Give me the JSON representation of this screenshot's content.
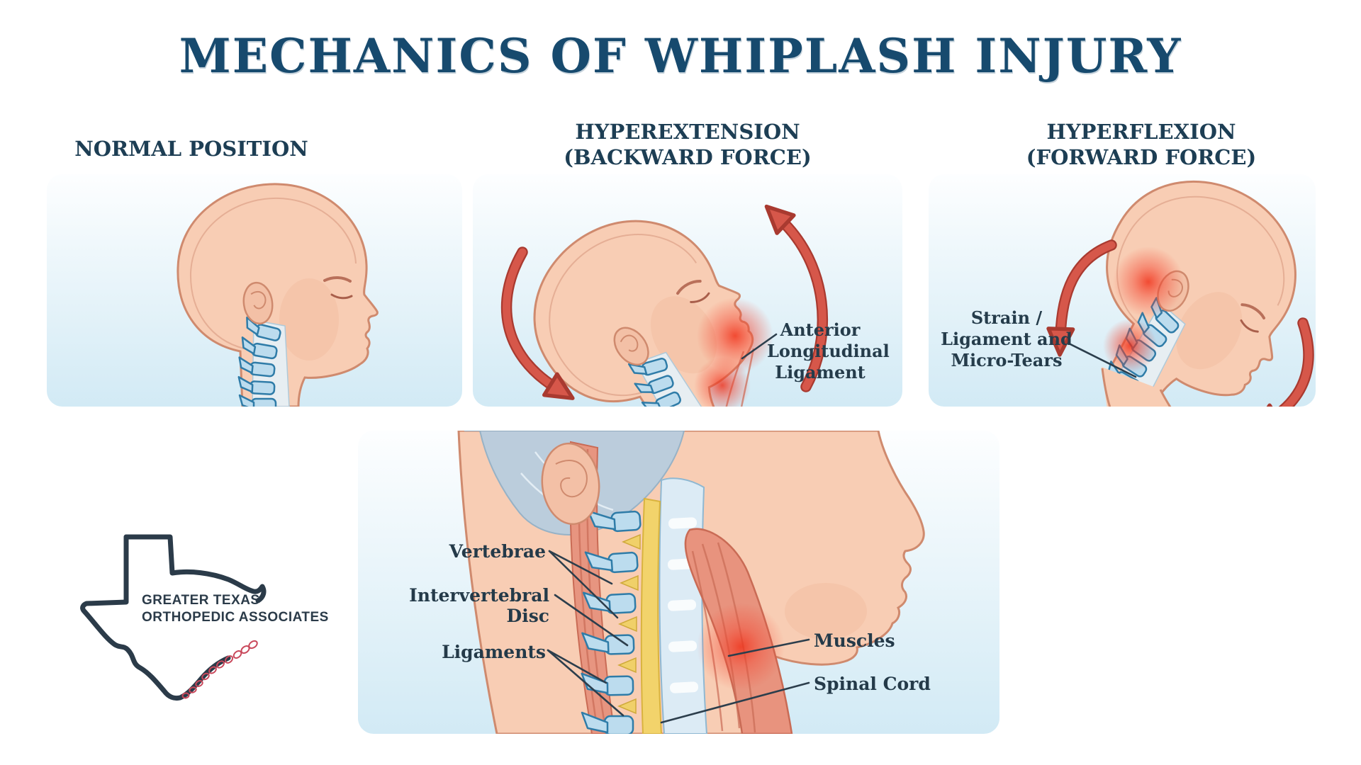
{
  "title": "MECHANICS OF WHIPLASH INJURY",
  "panels": {
    "normal": {
      "heading": "NORMAL POSITION"
    },
    "hyperextension": {
      "heading_line1": "HYPEREXTENSION",
      "heading_line2": "(BACKWARD FORCE)",
      "annotation": {
        "line1": "Anterior",
        "line2": "Longitudinal",
        "line3": "Ligament"
      }
    },
    "hyperflexion": {
      "heading_line1": "HYPERFLEXION",
      "heading_line2": "(FORWARD FORCE)",
      "annotation": {
        "line1": "Strain /",
        "line2": "Ligament and",
        "line3": "Micro-Tears"
      }
    },
    "anatomy": {
      "labels": {
        "vertebrae": "Vertebrae",
        "intervertebral_disc": "Intervertebral Disc",
        "ligaments": "Ligaments",
        "muscles": "Muscles",
        "spinal_cord": "Spinal Cord"
      }
    }
  },
  "logo": {
    "name_line1": "GREATER TEXAS",
    "name_line2": "ORTHOPEDIC ASSOCIATES"
  },
  "colors": {
    "title_navy": "#174a6e",
    "heading_slate": "#1d3e54",
    "label_slate": "#243a49",
    "panel_gradient_top": "#fdfeff",
    "panel_gradient_bottom": "#d2eaf5",
    "skin": "#f8cdb4",
    "skin_outline": "#cf8a6e",
    "bone_blue": "#bcdcee",
    "bone_outline": "#2f7ca8",
    "arrow_red": "#d6574a",
    "arrow_outline": "#a93a30",
    "injury_glow_red": "#f02a12",
    "muscle_red": "#e8937e",
    "spinal_cord_yellow": "#f2d36b",
    "logo_navy": "#2b3b49",
    "logo_spine_red": "#c9485b"
  }
}
